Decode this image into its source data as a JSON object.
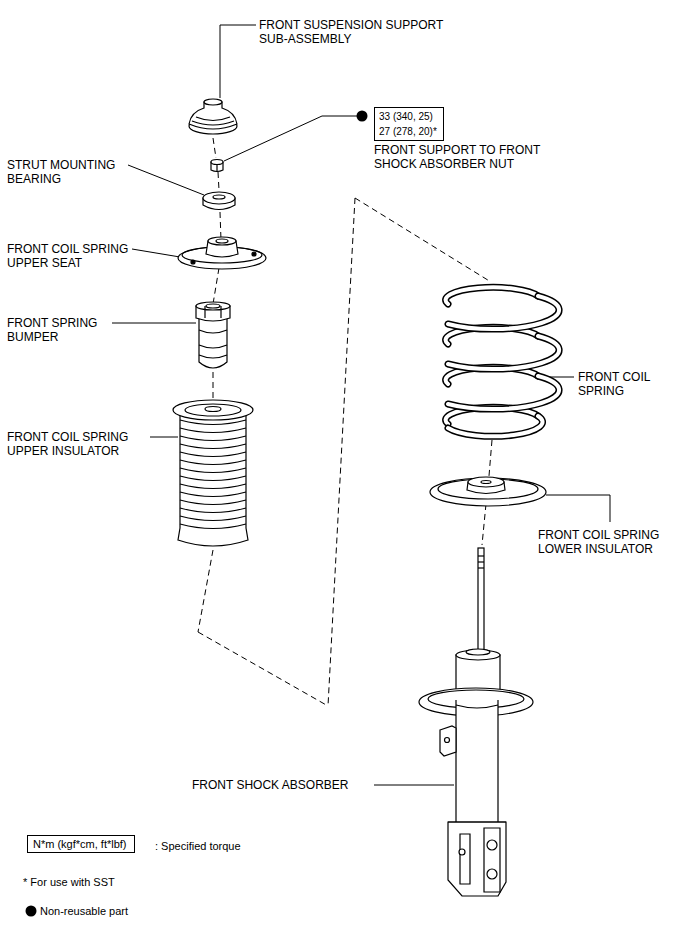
{
  "diagram": {
    "nodes": [
      {
        "text": [
          "33 (340, 25)",
          "27 (278, 20)*"
        ]
      },
      {
        "text": [
          "N*m (kgf*cm, ft*lbf)"
        ]
      }
    ],
    "labels": [
      "FRONT SUSPENSION SUPPORT SUB-ASSEMBLY",
      "STRUT MOUNTING BEARING",
      "FRONT COIL SPRING UPPER SEAT",
      "FRONT SPRING BUMPER",
      "FRONT COIL SPRING UPPER INSULATOR",
      "FRONT SUPPORT TO FRONT SHOCK ABSORBER NUT",
      "FRONT COIL SPRING",
      "FRONT COIL SPRING LOWER INSULATOR",
      "FRONT SHOCK ABSORBER"
    ],
    "legend": [
      {
        "text": ": Specified torque"
      },
      {
        "text": "* For use with SST"
      },
      {
        "text": "Non-reusable part"
      }
    ]
  }
}
